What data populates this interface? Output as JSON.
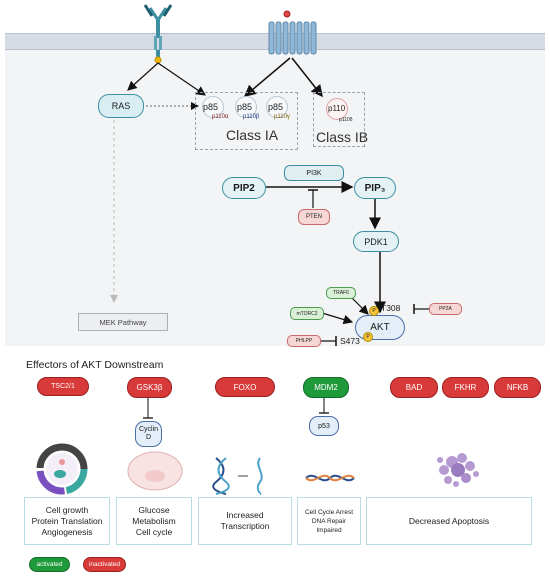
{
  "pathway": {
    "ras": "RAS",
    "class_ia": {
      "label": "Class IA",
      "p85a": "p85",
      "p110a": "p110α",
      "p85b": "p85",
      "p110b": "p110β",
      "p85c": "p85",
      "p110c": "p110γ"
    },
    "class_ib": {
      "label": "Class IB",
      "p110": "p110",
      "p110d": "p110δ"
    },
    "pi3k": "PI3K",
    "pip2": "PIP2",
    "pip3": "PIP₃",
    "pten": "PTEN",
    "pdk1": "PDK1",
    "traf6": "TRAF6",
    "mtorc2": "mTORC2",
    "akt": "AKT",
    "t308": "T308",
    "pp2a": "PP2A",
    "phlpp": "PHLPP",
    "s473": "S473",
    "p_mark": "P",
    "mek": "MEK Pathway"
  },
  "effectors": {
    "title": "Effectors of AKT Downstream",
    "tsc": "TSC2/1",
    "gsk3b": "GSK3β",
    "foxo": "FOXO",
    "mdm2": "MDM2",
    "bad": "BAD",
    "fkhr": "FKHR",
    "nfkb": "NFKB",
    "cyclin_d": "Cyclin\nD",
    "p53": "p53",
    "box1": "Cell growth\nProtein Translation\nAngiogenesis",
    "box2": "Glucose\nMetabolism\nCell cycle",
    "box3": "Increased\nTranscription",
    "box4": "Cell Cycle Arrest\nDNA Repair\nImpaired",
    "box5": "Decreased Apoptosis"
  },
  "legend": {
    "activated": "activated",
    "inactivated": "inactivated"
  },
  "colors": {
    "activated": "#1f9a3a",
    "inactivated": "#d83a3a",
    "teal": "#3b8fa1"
  }
}
